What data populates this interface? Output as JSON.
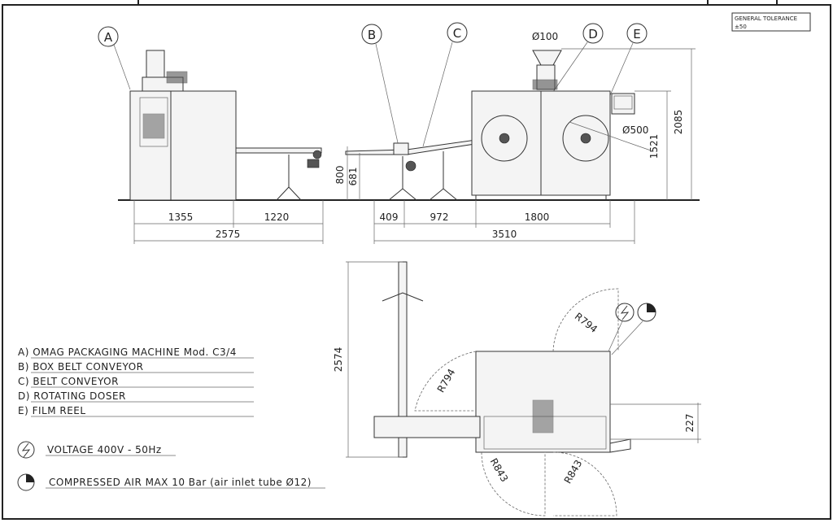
{
  "tolerance": {
    "title": "GENERAL TOLERANCE",
    "value": "±50"
  },
  "balloons": [
    "A",
    "B",
    "C",
    "D",
    "E"
  ],
  "dimensions": {
    "d_hopper": "Ø100",
    "d_reel": "Ø500",
    "h_total": "2085",
    "h_body": "1521",
    "h_conv_800": "800",
    "h_conv_681": "681",
    "w_1355": "1355",
    "w_1220": "1220",
    "w_2575": "2575",
    "w_409": "409",
    "w_972": "972",
    "w_1800": "1800",
    "w_3510": "3510",
    "plan_length": "2574",
    "door_r_top": "R794",
    "door_r_left": "R794",
    "door_r_bottom_left": "R843",
    "door_r_bottom_right": "R843",
    "offset_227": "227"
  },
  "legend": {
    "items": [
      "A) OMAG PACKAGING MACHINE Mod. C3/4",
      "B) BOX BELT CONVEYOR",
      "C) BELT CONVEYOR",
      "D) ROTATING DOSER",
      "E) FILM REEL"
    ],
    "voltage": "VOLTAGE 400V - 50Hz",
    "air": "COMPRESSED AIR MAX 10 Bar (air inlet tube Ø12)"
  },
  "icons": {
    "voltage": "lightning-circle-icon",
    "air": "quarter-pie-circle-icon"
  }
}
